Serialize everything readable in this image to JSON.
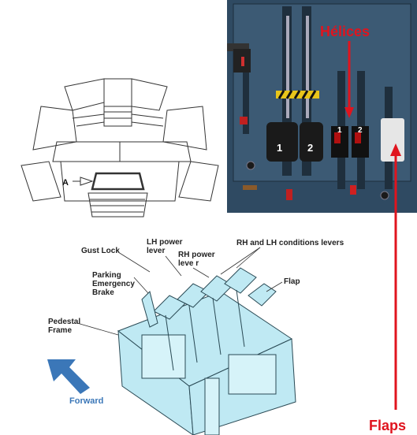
{
  "labels": {
    "helices": "Hélices",
    "flaps": "Flaps",
    "a_marker": "A",
    "forward": "Forward"
  },
  "callouts": {
    "gust_lock": "Gust Lock",
    "lh_power_lever": "LH power\nlever",
    "rh_power_lever": "RH power\nleve r",
    "rh_lh_condition_levers": "RH and LH conditions levers",
    "parking_brake": "Parking\nEmergency\nBrake",
    "flap": "Flap",
    "pedestal_frame": "Pedestal\nFrame"
  },
  "panel": {
    "lever_left_number": "1",
    "lever_right_number": "2",
    "prop_left_number": "1",
    "prop_right_number": "2"
  },
  "colors": {
    "red_accent": "#e0141e",
    "pedestal_blue": "#bfe9f3",
    "forward_blue": "#3b77b8",
    "panel_dark": "#2f4a62"
  }
}
